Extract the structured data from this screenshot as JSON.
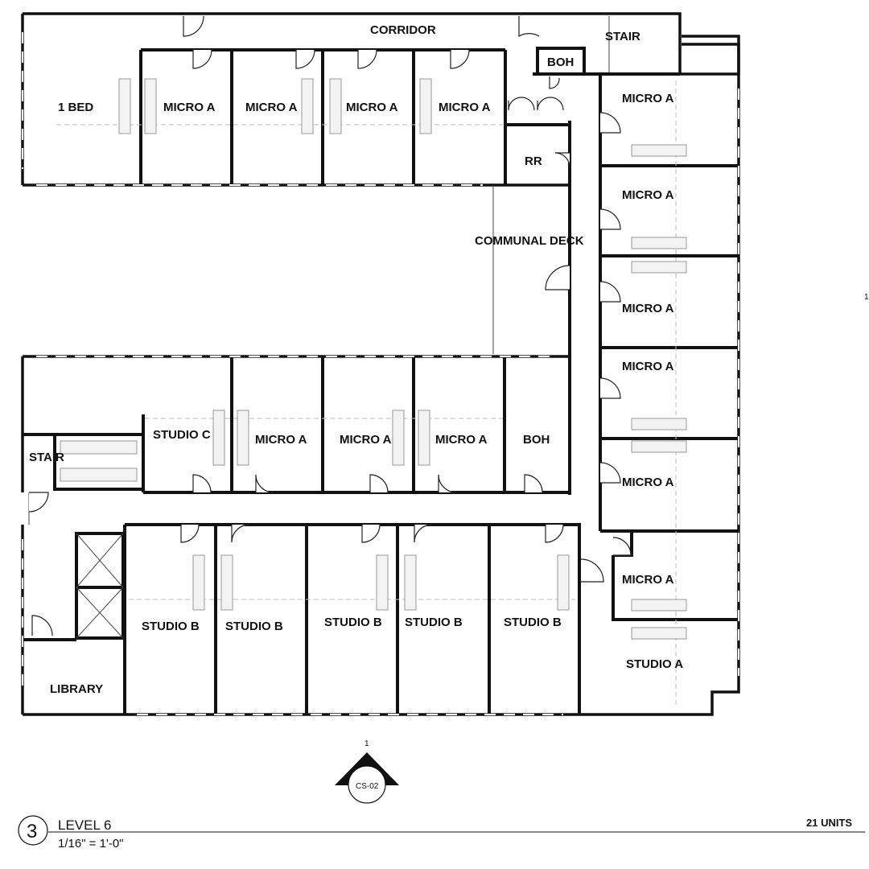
{
  "plan": {
    "labels": {
      "corridor": "CORRIDOR",
      "stair_ne": "STAIR",
      "boh_n": "BOH",
      "one_bed": "1 BED",
      "micro_n1": "MICRO A",
      "micro_n2": "MICRO A",
      "micro_n3": "MICRO A",
      "micro_n4": "MICRO A",
      "rr": "RR",
      "communal_deck": "COMMUNAL DECK",
      "micro_e1": "MICRO A",
      "micro_e2": "MICRO A",
      "micro_e3": "MICRO A",
      "micro_e4": "MICRO A",
      "micro_e5": "MICRO A",
      "micro_e6": "MICRO A",
      "studio_a": "STUDIO A",
      "stair_w": "STAIR",
      "studio_c": "STUDIO C",
      "micro_m1": "MICRO A",
      "micro_m2": "MICRO A",
      "micro_m3": "MICRO A",
      "boh_m": "BOH",
      "studio_b1": "STUDIO B",
      "studio_b2": "STUDIO B",
      "studio_b3": "STUDIO B",
      "studio_b4": "STUDIO B",
      "studio_b5": "STUDIO B",
      "library": "LIBRARY"
    },
    "section_marker": {
      "number": "1",
      "sheet": "CS-02"
    },
    "edge_mark": "1"
  },
  "title_block": {
    "drawing_number": "3",
    "title": "LEVEL 6",
    "scale": "1/16\" = 1'-0\"",
    "unit_count": "21 UNITS"
  }
}
